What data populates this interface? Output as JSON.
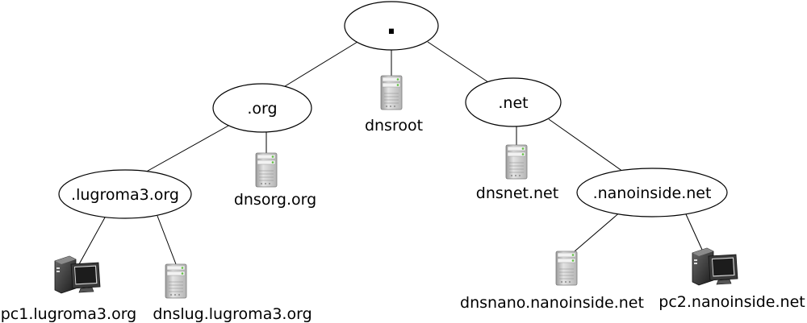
{
  "zones": {
    "root": ".",
    "org": ".org",
    "net": ".net",
    "lugroma3": ".lugroma3.org",
    "nanoinside": ".nanoinside.net"
  },
  "hosts": {
    "dnsroot": "dnsroot",
    "dnsorg": "dnsorg.org",
    "dnsnet": "dnsnet.net",
    "pc1": "pc1.lugroma3.org",
    "dnslug": "dnslug.lugroma3.org",
    "dnsnano": "dnsnano.nanoinside.net",
    "pc2": "pc2.nanoinside.net"
  },
  "icons": {
    "server": "server-icon",
    "workstation": "workstation-icon"
  },
  "colors": {
    "server_body": "#c8c8c8",
    "server_light": "#e6e6e6",
    "server_led": "#5fbf3f",
    "workstation_body": "#4a4a4a",
    "screen": "#1e1e1e"
  }
}
